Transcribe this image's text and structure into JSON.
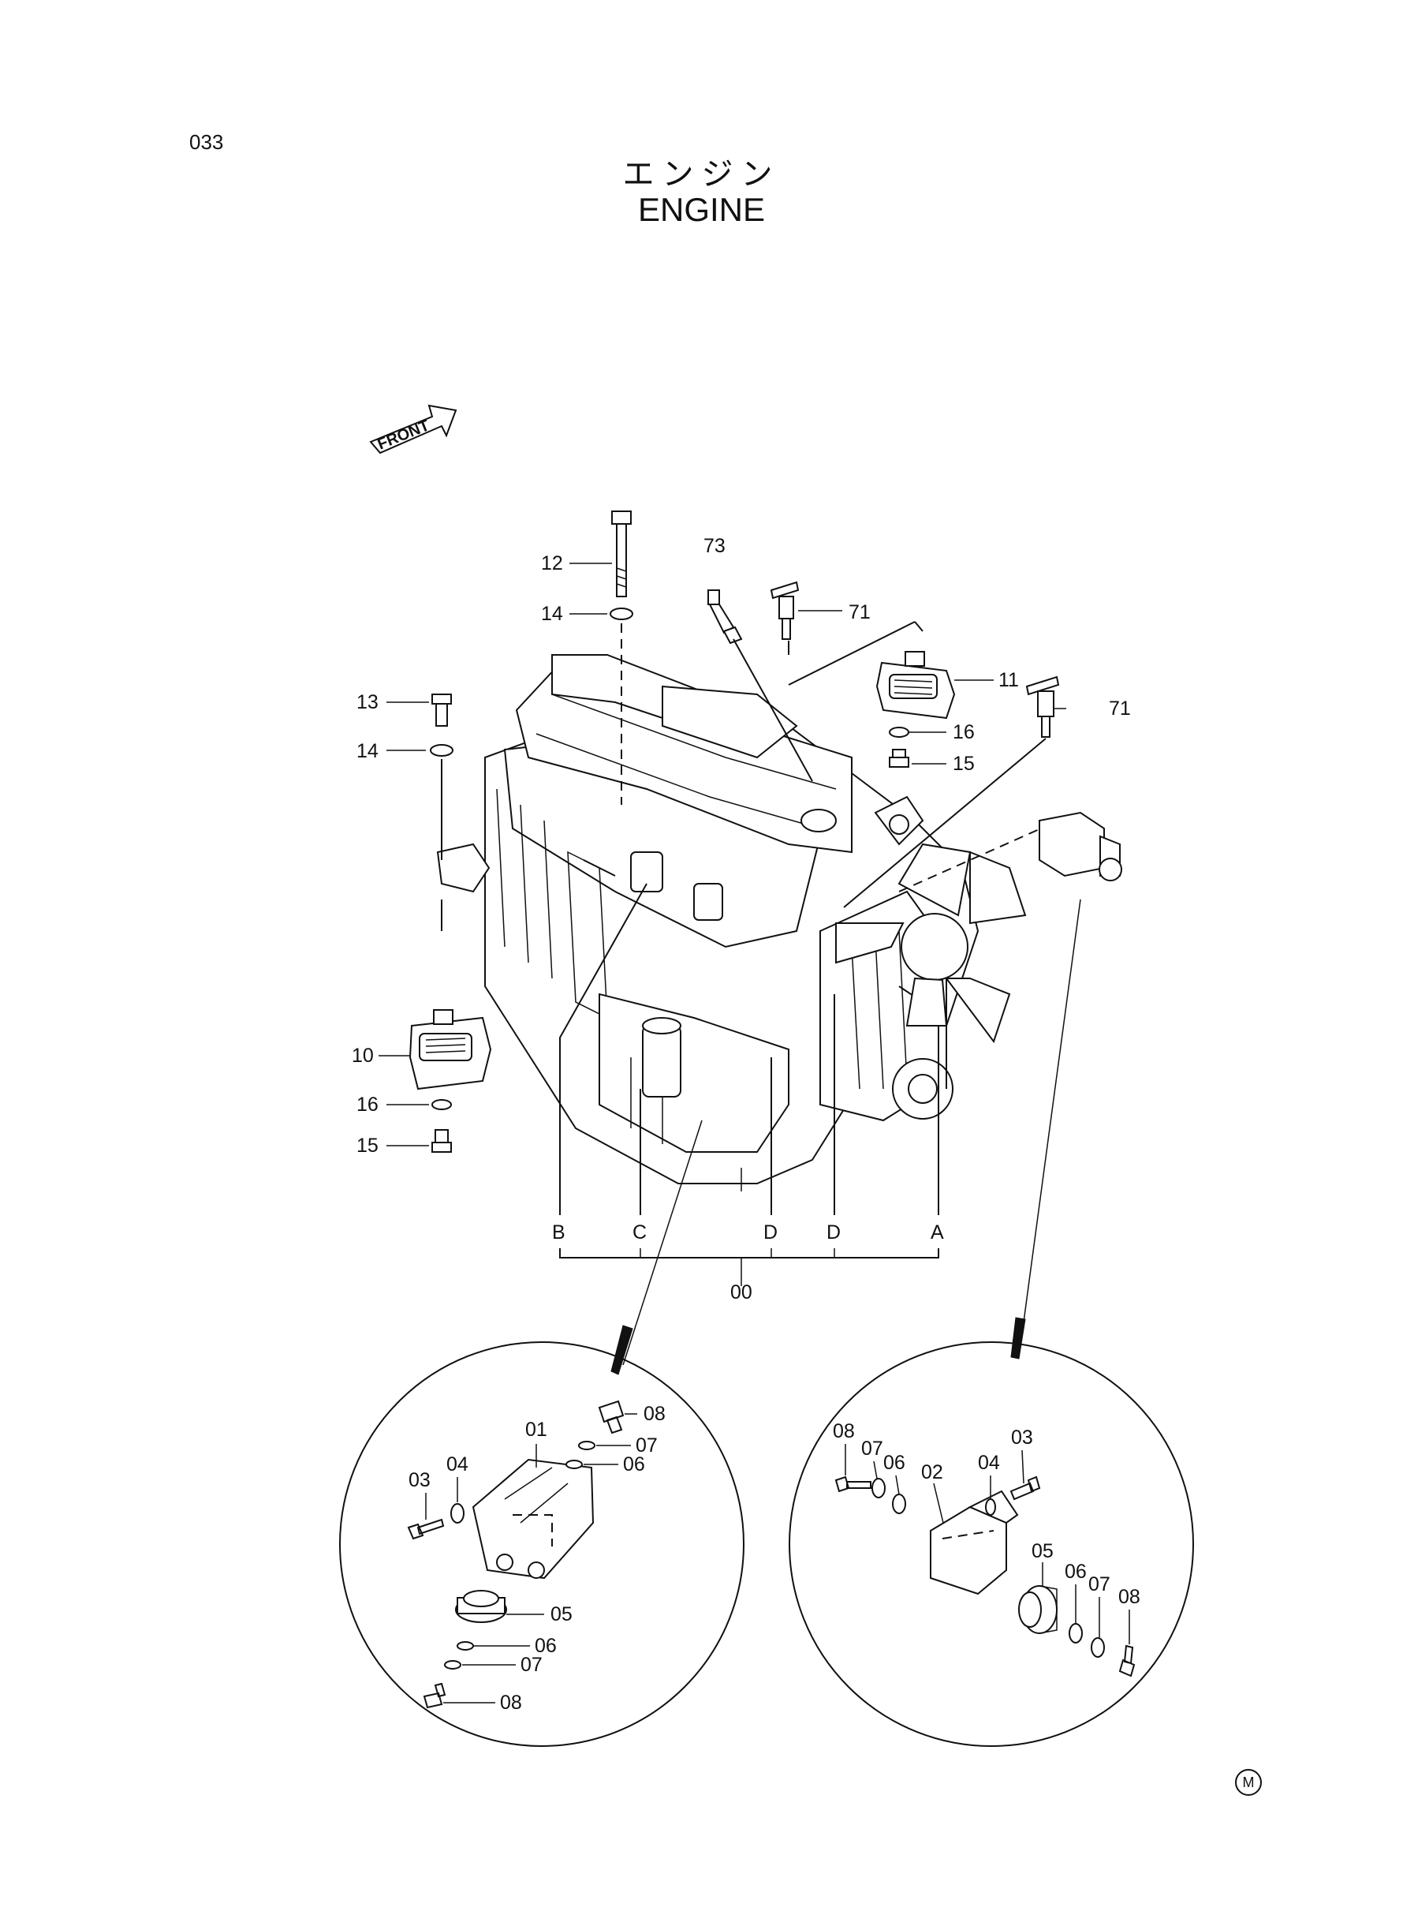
{
  "page": {
    "number": "033",
    "title_jp": "エンジン",
    "title_en": "ENGINE",
    "corner_mark": "M"
  },
  "front_label": "FRONT",
  "main_labels": {
    "p12": "12",
    "p14a": "14",
    "p73": "73",
    "p71a": "71",
    "p13": "13",
    "p14b": "14",
    "p11": "11",
    "p71b": "71",
    "p16a": "16",
    "p15a": "15",
    "p10": "10",
    "p16b": "16",
    "p15b": "15",
    "p00": "00"
  },
  "connectors": {
    "b": "B",
    "c": "C",
    "d1": "D",
    "d2": "D",
    "a": "A"
  },
  "left_detail": {
    "p01": "01",
    "p08a": "08",
    "p07a": "07",
    "p06a": "06",
    "p04": "04",
    "p03": "03",
    "p05": "05",
    "p06b": "06",
    "p07b": "07",
    "p08b": "08"
  },
  "right_detail": {
    "p08a": "08",
    "p07a": "07",
    "p06a": "06",
    "p02": "02",
    "p04": "04",
    "p03": "03",
    "p05": "05",
    "p06b": "06",
    "p07b": "07",
    "p08b": "08"
  }
}
